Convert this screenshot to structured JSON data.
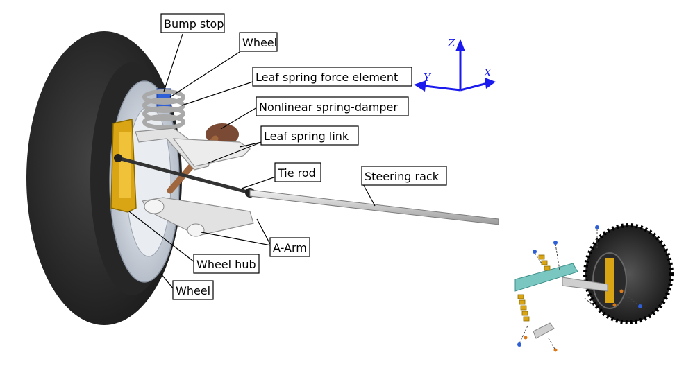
{
  "labels": {
    "bump_stop": "Bump stop",
    "wheel_top": "Wheel",
    "leaf_spring_force_element": "Leaf spring force element",
    "nonlinear_spring_damper": "Nonlinear spring-damper",
    "leaf_spring_link": "Leaf spring link",
    "tie_rod": "Tie rod",
    "steering_rack": "Steering rack",
    "a_arm": "A-Arm",
    "wheel_hub": "Wheel hub",
    "wheel_bottom": "Wheel"
  },
  "axes": {
    "z": "Z",
    "y": "Y",
    "x": "X"
  },
  "colors": {
    "tire": "#2b2b2b",
    "rim": "#d7dde6",
    "hub": "#d9a514",
    "spring": "#b8b8b8",
    "bump_stop": "#2f5fd6",
    "damper": "#7a4a35",
    "arm": "#e2e2e2",
    "tie_rod": "#333333",
    "rack": "#c8c8c8",
    "axis": "#1a1aee"
  }
}
